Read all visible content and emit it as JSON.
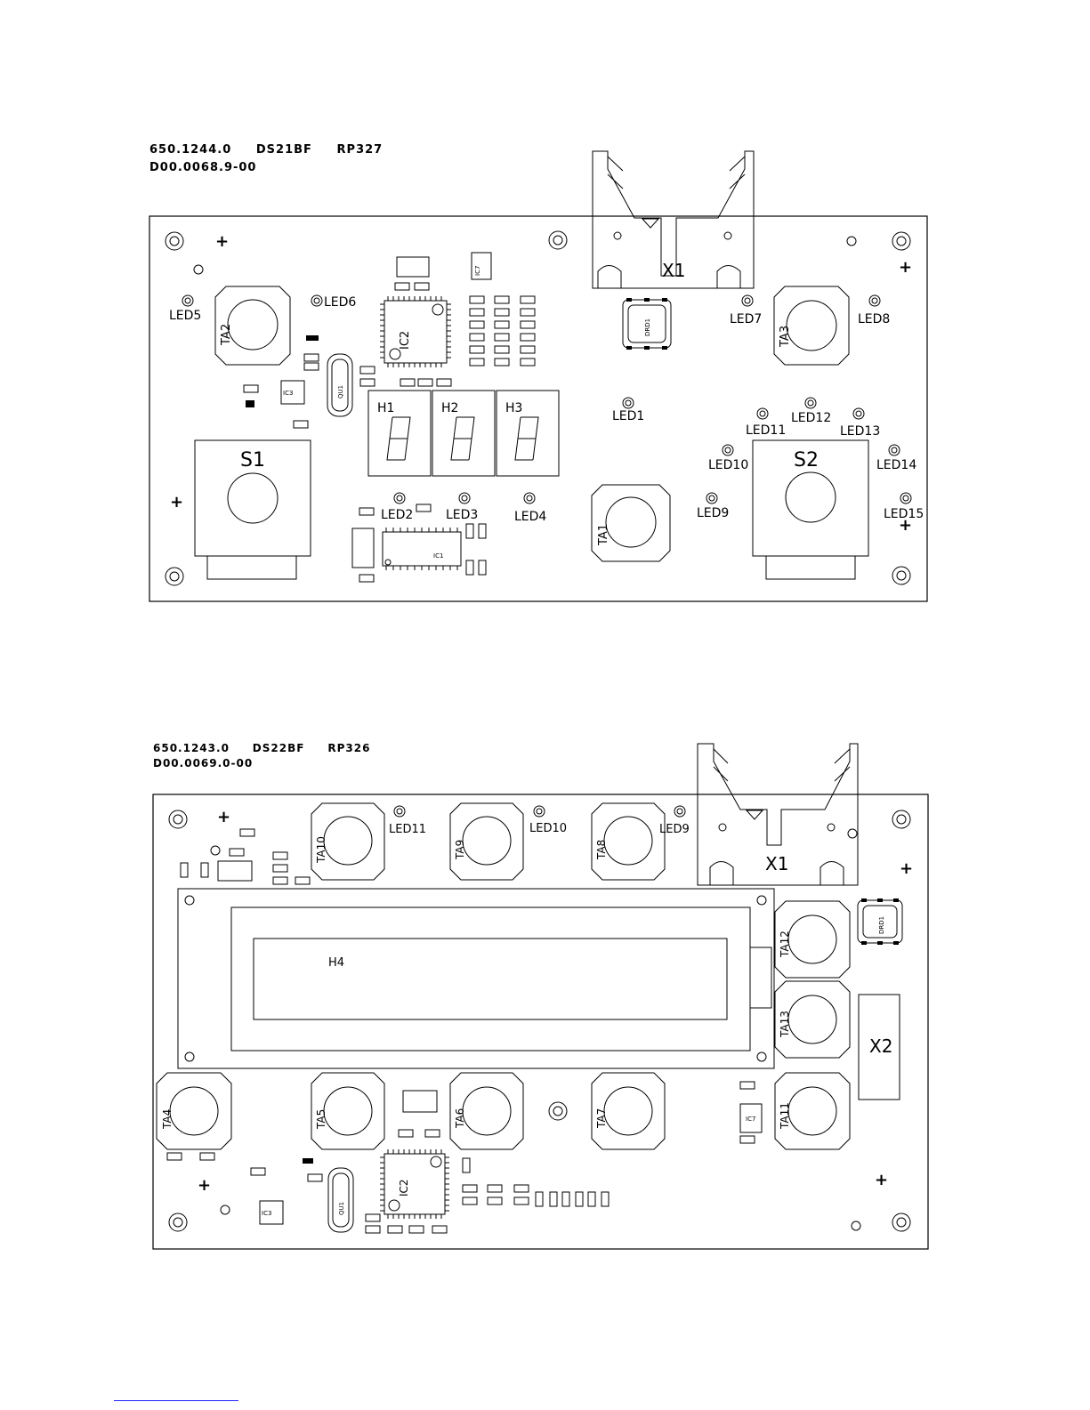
{
  "board1": {
    "header_line1": "650.1244.0     DS21BF     RP327",
    "header_line2": "D00.0068.9-00",
    "connector": "X1",
    "switches": [
      "S1",
      "S2"
    ],
    "buttons": [
      "TA1",
      "TA2",
      "TA3"
    ],
    "displays": [
      "H1",
      "H2",
      "H3"
    ],
    "leds": [
      "LED1",
      "LED2",
      "LED3",
      "LED4",
      "LED5",
      "LED6",
      "LED7",
      "LED8",
      "LED9",
      "LED10",
      "LED11",
      "LED12",
      "LED13",
      "LED14",
      "LED15"
    ],
    "ics": [
      "IC1",
      "IC2",
      "IC3",
      "IC7"
    ],
    "crystal": "QU1",
    "inductor": "DRD1"
  },
  "board2": {
    "header_line1": "650.1243.0     DS22BF     RP326",
    "header_line2": "D00.0069.0-00",
    "connectors": [
      "X1",
      "X2"
    ],
    "buttons": [
      "TA4",
      "TA5",
      "TA6",
      "TA7",
      "TA8",
      "TA9",
      "TA10",
      "TA11",
      "TA12",
      "TA13"
    ],
    "display": "H4",
    "leds": [
      "LED9",
      "LED10",
      "LED11"
    ],
    "ics": [
      "IC2",
      "IC3",
      "IC7"
    ],
    "crystal": "QU1",
    "inductor": "DRD1"
  }
}
